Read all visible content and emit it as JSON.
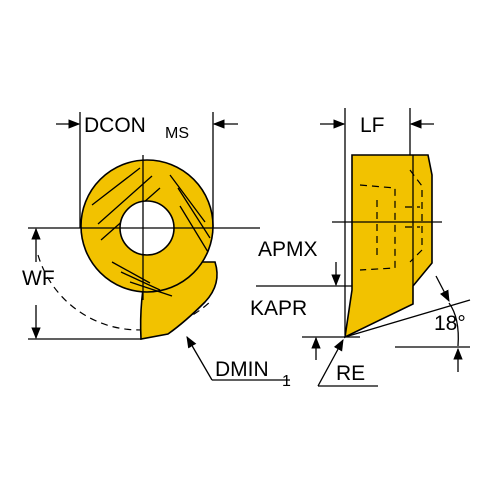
{
  "diagram": {
    "insert_color": "#F2C200",
    "insert_dark": "#B88E00",
    "outline_color": "#000000",
    "labels": {
      "dcon": "DCON",
      "dcon_sub": "MS",
      "lf": "LF",
      "wf": "WF",
      "apmx": "APMX",
      "kapr": "KAPR",
      "angle": "18°",
      "dmin": "DMIN",
      "dmin_sub": "1",
      "re": "RE"
    }
  }
}
